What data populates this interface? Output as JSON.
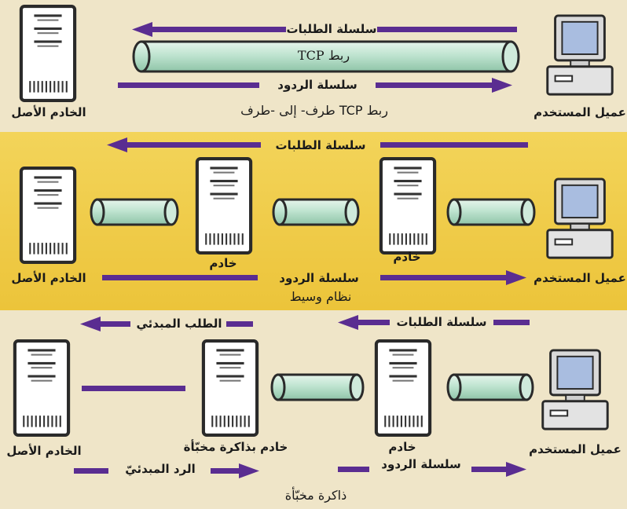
{
  "colors": {
    "background": "#efe5c8",
    "middle_band": "#f1cf48",
    "arrow": "#5a2d91",
    "server_fill": "#ffffff",
    "server_border": "#2a2a2a",
    "pipe_fill": "#bfe4d0",
    "monitor_screen": "#a9bde0"
  },
  "panels": {
    "end_to_end": {
      "requests_label": "سلسلة الطلبات",
      "responses_label": "سلسلة الردود",
      "pipe_label": "ربط TCP",
      "origin_label": "الخادم الأصل",
      "client_label": "عميل المستخدم",
      "caption": "ربط TCP طرف- إلى -طرف"
    },
    "proxy": {
      "requests_label": "سلسلة الطلبات",
      "responses_label": "سلسلة الردود",
      "server1_label": "خادم",
      "server2_label": "خادم",
      "origin_label": "الخادم الأصل",
      "client_label": "عميل المستخدم",
      "caption": "نظام وسيط"
    },
    "cache": {
      "initial_request_label": "الطلب المبدئي",
      "requests_label": "سلسلة الطلبات",
      "cache_server_label": "خادم بذاكرة مخبّأة",
      "server_label": "خادم",
      "origin_label": "الخادم الأصل",
      "client_label": "عميل المستخدم",
      "initial_response_label": "الرد المبدئيّ",
      "responses_label": "سلسلة الردود",
      "caption": "ذاكرة مخبّأة"
    }
  },
  "icons": [
    "server-icon",
    "computer-icon",
    "pipe-icon",
    "arrow-left-icon",
    "arrow-right-icon"
  ]
}
